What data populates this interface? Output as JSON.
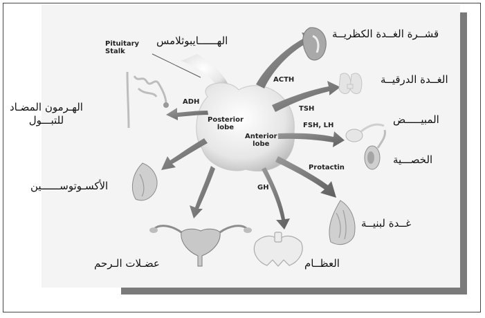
{
  "labels_ar": {
    "hypothalamus": "الهــــــايبوثلامس",
    "adrenal_cortex": "قشــرة الغــدة الكظريــة",
    "thyroid": "الغــدة الدرقيــة",
    "ovary": "المبيـــــض",
    "testis": "الخصـــية",
    "mammary": "غــدة لبنيــة",
    "bones": "العظــام",
    "uterus_muscles": "عضـلات الـرحم",
    "oxytocin": "الأكسـوتوســــــين",
    "adh_line1": "الهـرمون المضـاد",
    "adh_line2": "للتبـــول"
  },
  "labels_en": {
    "pituitary_stalk_1": "Pituitary",
    "pituitary_stalk_2": "Stalk",
    "posterior_1": "Posterior",
    "posterior_2": "lobe",
    "anterior_1": "Anterior",
    "anterior_2": "lobe",
    "acth": "ACTH",
    "tsh": "TSH",
    "fsh_lh": "FSH, LH",
    "protactin": "Protactin",
    "gh": "GH",
    "adh": "ADH"
  },
  "colors": {
    "gland": "#d4d4d4",
    "arrow": "#7d7d7d",
    "organ": "#b8b8b8",
    "text": "#111111"
  }
}
